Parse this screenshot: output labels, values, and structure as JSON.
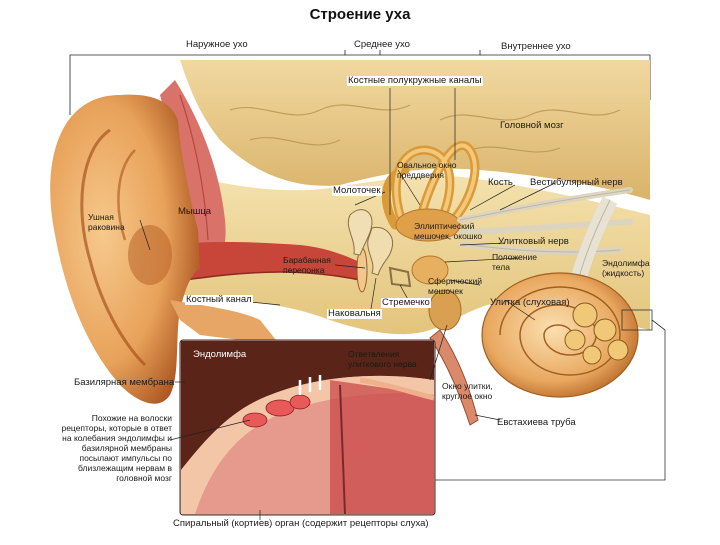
{
  "title": "Строение уха",
  "sections": {
    "outer": "Наружное ухо",
    "middle": "Среднее ухо",
    "inner": "Внутреннее ухо"
  },
  "labels": {
    "semicircular": "Костные полукружные каналы",
    "brain": "Головной мозг",
    "oval_window": "Овальное окно преддверия",
    "bone": "Кость",
    "vestibular_nerve": "Вестибулярный нерв",
    "hammer": "Молоточек",
    "elliptic_sac": "Эллиптический мешочек, окошко",
    "cochlear_nerve": "Улитковый нерв",
    "body_position": "Положение тела",
    "auricle": "Ушная раковина",
    "muscle": "Мышца",
    "eardrum": "Барабанная перепонка",
    "spherical_sac": "Сферический мешочек",
    "endolymph_top": "Эндолимфа (жидкость)",
    "bone_canal": "Костный канал",
    "anvil": "Наковальня",
    "stirrup": "Стремечко",
    "cochlea": "Улитка (слуховая)",
    "endolymph_inset": "Эндолимфа",
    "cochlear_branches": "Ответвления улиткового нерва",
    "basilar": "Базилярная мембрана",
    "hair_cells": "Похожие на волоски рецепторы, которые в ответ на колебания эндолимфы и базилярной мембраны посылают импульсы по близлежащим нервам в головной мозг",
    "round_window": "Окно улитки, круглое окно",
    "eustachian": "Евстахиева труба",
    "corti": "Спиральный (кортиев) орган (содержит рецепторы слуха)"
  },
  "colors": {
    "skin": "#e8a25a",
    "skin_dark": "#b8622a",
    "bone": "#f2dca0",
    "bone_dark": "#d9b870",
    "muscle": "#d9736a",
    "canal": "#c8453a",
    "cochlea": "#e9a860",
    "nerve": "#e8e0d0",
    "brain": "#e6c88a",
    "inset_dark": "#5a2418",
    "inset_pink": "#e69a8e"
  }
}
